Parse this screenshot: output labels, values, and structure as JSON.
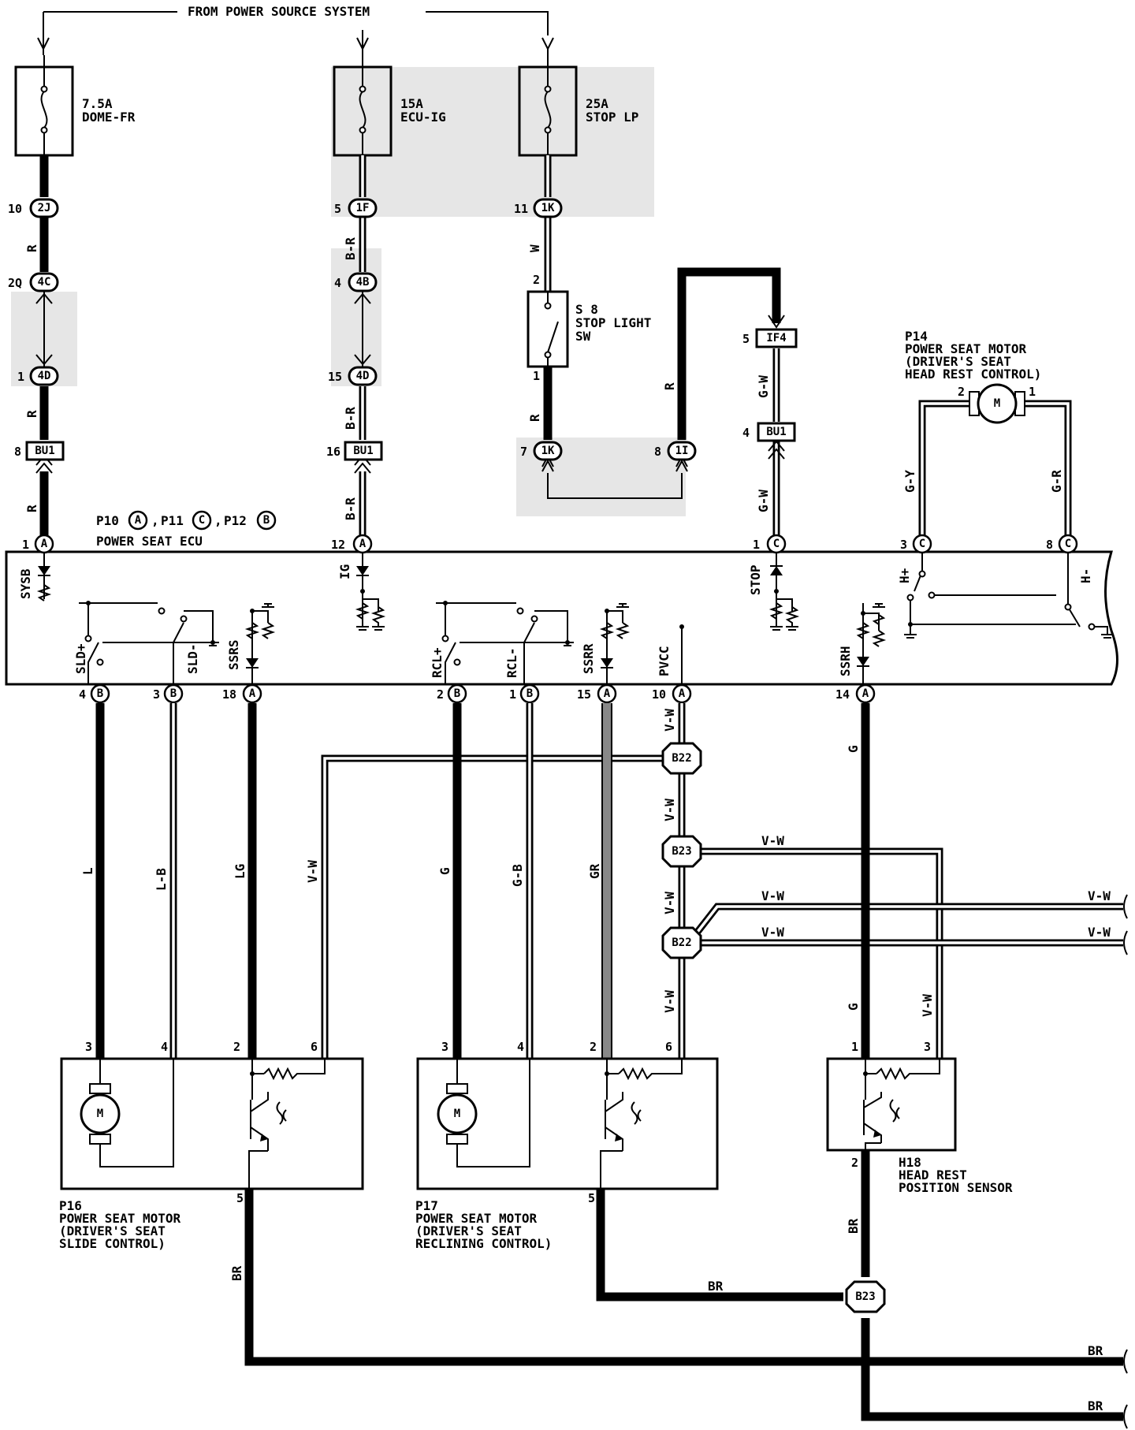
{
  "header": {
    "source": "FROM POWER SOURCE SYSTEM"
  },
  "fuses": [
    {
      "rating": "7.5A",
      "name": "DOME-FR"
    },
    {
      "rating": "15A",
      "name": "ECU-IG"
    },
    {
      "rating": "25A",
      "name": "STOP LP"
    }
  ],
  "connectors": {
    "c2j": {
      "pin": "10",
      "id": "2J"
    },
    "c4c": {
      "pin": "2Q",
      "id": "4C"
    },
    "c4d_l": {
      "pin": "1",
      "id": "4D"
    },
    "bu1_l": {
      "pin": "8",
      "id": "BU1"
    },
    "c1f": {
      "pin": "5",
      "id": "1F"
    },
    "c4b": {
      "pin": "4",
      "id": "4B"
    },
    "c4d_m": {
      "pin": "15",
      "id": "4D"
    },
    "bu1_m": {
      "pin": "16",
      "id": "BU1"
    },
    "c1k_top": {
      "pin": "11",
      "id": "1K"
    },
    "c1k_bot": {
      "pin": "7",
      "id": "1K"
    },
    "c1i": {
      "pin": "8",
      "id": "1I"
    },
    "if4": {
      "pin": "5",
      "id": "IF4"
    },
    "bu1_r": {
      "pin": "4",
      "id": "BU1"
    }
  },
  "wire_colors": {
    "r": "R",
    "br": "B-R",
    "w": "W",
    "gw": "G-W",
    "gy": "G-Y",
    "gr": "G-R",
    "l": "L",
    "lb": "L-B",
    "lg": "LG",
    "vw": "V-W",
    "g": "G",
    "gb": "G-B",
    "gry": "GR",
    "brn": "BR"
  },
  "stop_switch": {
    "id": "S 8",
    "name_line1": "STOP LIGHT",
    "name_line2": "SW",
    "pin_top": "2",
    "pin_bottom": "1"
  },
  "ecu": {
    "ref_p10": "P10",
    "ref_p10_c": "A",
    "ref_p11": "P11",
    "ref_p11_c": "C",
    "ref_p12": "P12",
    "ref_p12_c": "B",
    "name": "POWER SEAT ECU",
    "top_pins": [
      {
        "num": "1",
        "conn": "A",
        "sig": "SYSB"
      },
      {
        "num": "12",
        "conn": "A",
        "sig": "IG"
      },
      {
        "num": "1",
        "conn": "C",
        "sig": "STOP"
      },
      {
        "num": "3",
        "conn": "C",
        "sig": "H+"
      },
      {
        "num": "8",
        "conn": "C",
        "sig": "H-"
      }
    ],
    "bottom_pins": [
      {
        "num": "4",
        "conn": "B",
        "sig": "SLD+"
      },
      {
        "num": "3",
        "conn": "B",
        "sig": "SLD-"
      },
      {
        "num": "18",
        "conn": "A",
        "sig": "SSRS"
      },
      {
        "num": "2",
        "conn": "B",
        "sig": "RCL+"
      },
      {
        "num": "1",
        "conn": "B",
        "sig": "RCL-"
      },
      {
        "num": "15",
        "conn": "A",
        "sig": "SSRR"
      },
      {
        "num": "10",
        "conn": "A",
        "sig": "PVCC"
      },
      {
        "num": "14",
        "conn": "A",
        "sig": "SSRH"
      }
    ]
  },
  "motor_p14": {
    "id": "P14",
    "line1": "POWER SEAT MOTOR",
    "line2": "(DRIVER'S SEAT",
    "line3": "HEAD REST CONTROL)",
    "pin_left": "2",
    "pin_right": "1",
    "symbol": "M"
  },
  "junctions": {
    "b22": "B22",
    "b23": "B23"
  },
  "motor_p16": {
    "id": "P16",
    "line1": "POWER SEAT MOTOR",
    "line2": "(DRIVER'S SEAT",
    "line3": "SLIDE CONTROL)",
    "pins": [
      "3",
      "4",
      "2",
      "6"
    ],
    "pin_bottom": "5",
    "symbol": "M"
  },
  "motor_p17": {
    "id": "P17",
    "line1": "POWER SEAT MOTOR",
    "line2": "(DRIVER'S SEAT",
    "line3": "RECLINING CONTROL)",
    "pins": [
      "3",
      "4",
      "2",
      "6"
    ],
    "pin_bottom": "5",
    "symbol": "M"
  },
  "sensor_h18": {
    "id": "H18",
    "line1": "HEAD REST",
    "line2": "POSITION SENSOR",
    "pin_left": "1",
    "pin_right": "3",
    "pin_bottom": "2"
  }
}
